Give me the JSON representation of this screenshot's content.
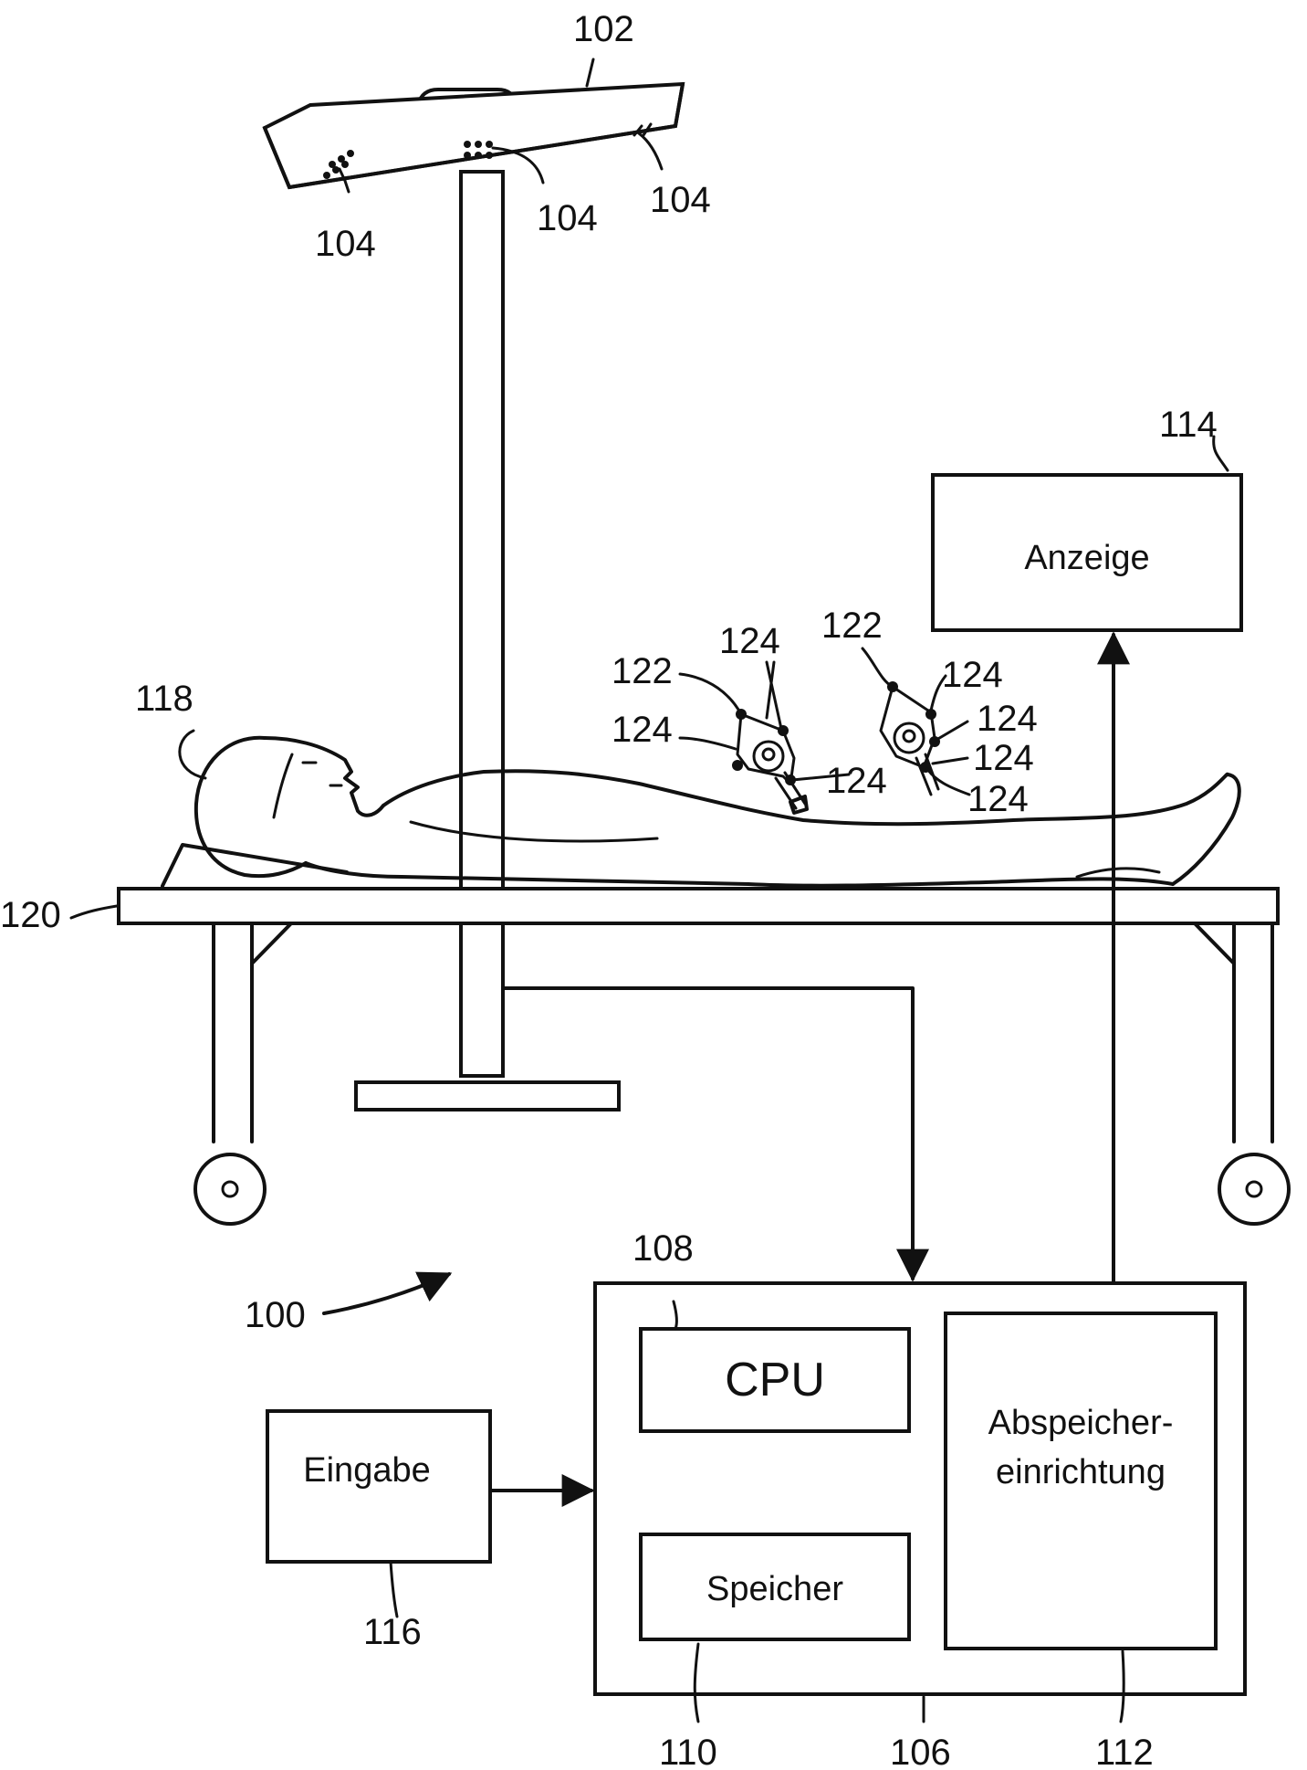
{
  "colors": {
    "ink": "#111111",
    "paper": "#ffffff"
  },
  "blocks": {
    "display": "Anzeige",
    "cpu": "CPU",
    "storage": "Abspeicher-",
    "storage_line2": "einrichtung",
    "memory": "Speicher",
    "input": "Eingabe"
  },
  "refs": {
    "camera_bar": "102",
    "camera_left": "104",
    "camera_center": "104",
    "camera_right": "104",
    "computer": "106",
    "cpu": "108",
    "memory": "110",
    "storage": "112",
    "display": "114",
    "input": "116",
    "patient": "118",
    "table": "120",
    "system": "100",
    "tool_left": "122",
    "tool_right": "122",
    "marker_1": "124",
    "marker_2": "124",
    "marker_3": "124",
    "marker_4": "124",
    "marker_5": "124",
    "marker_6": "124",
    "marker_7": "124"
  }
}
